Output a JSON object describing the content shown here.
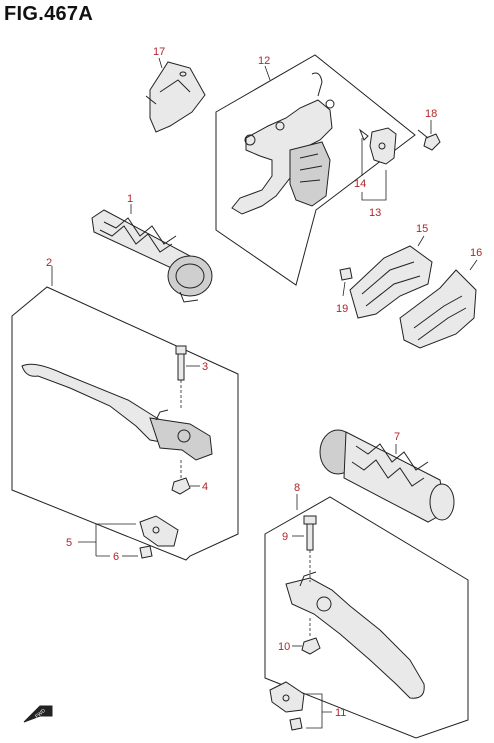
{
  "figure": {
    "title": "FIG.467A"
  },
  "callouts": [
    {
      "id": "1",
      "label": "1"
    },
    {
      "id": "2",
      "label": "2"
    },
    {
      "id": "3",
      "label": "3"
    },
    {
      "id": "4",
      "label": "4"
    },
    {
      "id": "5",
      "label": "5"
    },
    {
      "id": "6",
      "label": "6"
    },
    {
      "id": "7",
      "label": "7"
    },
    {
      "id": "8",
      "label": "8"
    },
    {
      "id": "9",
      "label": "9"
    },
    {
      "id": "10",
      "label": "10"
    },
    {
      "id": "11",
      "label": "11"
    },
    {
      "id": "12",
      "label": "12"
    },
    {
      "id": "13",
      "label": "13"
    },
    {
      "id": "14",
      "label": "14"
    },
    {
      "id": "15",
      "label": "15"
    },
    {
      "id": "16",
      "label": "16"
    },
    {
      "id": "17",
      "label": "17"
    },
    {
      "id": "18",
      "label": "18"
    },
    {
      "id": "19",
      "label": "19"
    }
  ],
  "front_indicator": {
    "label": "FWD"
  },
  "colors": {
    "callout": "#b0262b",
    "line": "#222222"
  }
}
